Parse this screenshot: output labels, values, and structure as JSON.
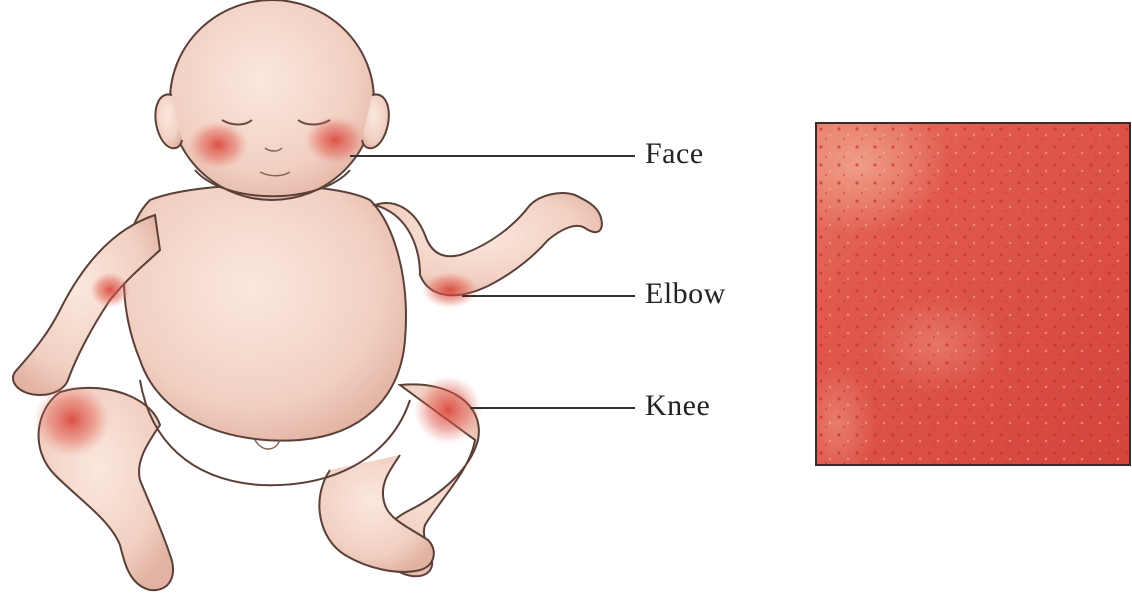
{
  "labels": {
    "face": "Face",
    "elbow": "Elbow",
    "knee": "Knee"
  },
  "colors": {
    "skin": "#f3d5c8",
    "outline": "#5a4038",
    "rash": "#d9423a",
    "leader": "#333333",
    "photo_base": "#e0584c"
  },
  "illustration": "infant-figure",
  "photo": "rash-closeup-photo"
}
